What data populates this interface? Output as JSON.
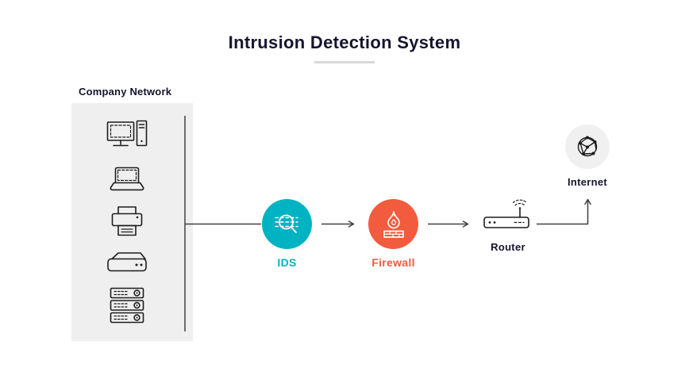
{
  "title": "Intrusion Detection System",
  "company_network": {
    "label": "Company Network",
    "devices": [
      {
        "name": "desktop-computer"
      },
      {
        "name": "laptop"
      },
      {
        "name": "printer"
      },
      {
        "name": "network-switch"
      },
      {
        "name": "server-rack"
      }
    ]
  },
  "nodes": {
    "ids": {
      "label": "IDS"
    },
    "firewall": {
      "label": "Firewall"
    },
    "router": {
      "label": "Router"
    },
    "internet": {
      "label": "Internet"
    }
  },
  "colors": {
    "ids_accent": "#00b3c2",
    "firewall_accent": "#f25b3d",
    "panel_background": "#efefef",
    "internet_background": "#f0f0f0",
    "heading_text": "#15152e",
    "connector_line": "#404040",
    "divider": "#d9d9d9"
  }
}
